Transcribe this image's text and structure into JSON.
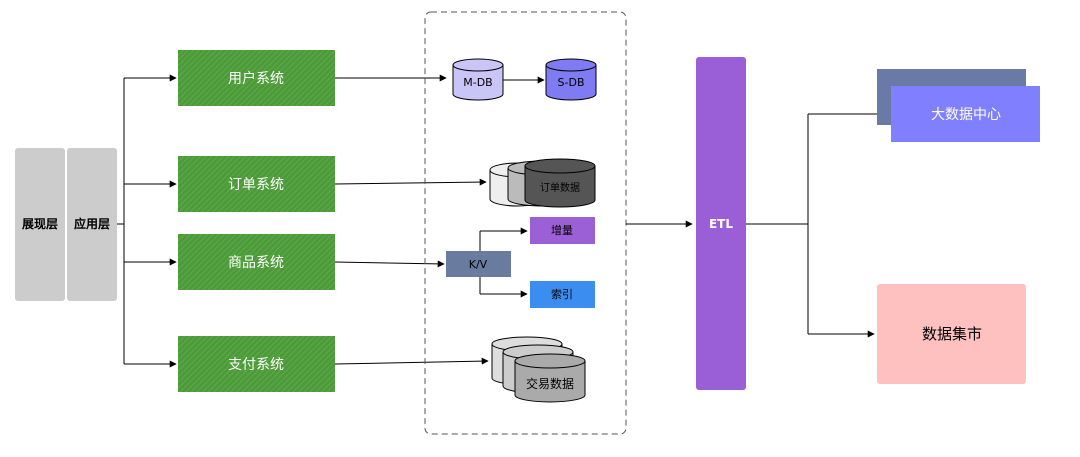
{
  "layers": {
    "presentation": "展现层",
    "application": "应用层"
  },
  "systems": [
    {
      "label": "用户系统"
    },
    {
      "label": "订单系统"
    },
    {
      "label": "商品系统"
    },
    {
      "label": "支付系统"
    }
  ],
  "storage": {
    "master_db": "M-DB",
    "slave_db": "S-DB",
    "order_data": "订单数据",
    "kv": "K/V",
    "increment": "增量",
    "index": "索引",
    "trade_data": "交易数据"
  },
  "etl": "ETL",
  "outputs": {
    "big_data_center": "大数据中心",
    "data_mart": "数据集市"
  },
  "colors": {
    "layer_gray": "#cccccc",
    "system_green": "#4d9a3a",
    "system_hatch": "#5aab44",
    "db_light_purple": "#c9c5f7",
    "db_purple": "#7f7bf3",
    "kv_slate": "#6a7ba0",
    "increment_purple": "#9c60d6",
    "index_blue": "#3b8ef0",
    "etl_purple": "#9a5fd6",
    "center_back": "#6a7aa6",
    "center_front": "#8080ff",
    "mart_pink": "#ffc0c0"
  }
}
